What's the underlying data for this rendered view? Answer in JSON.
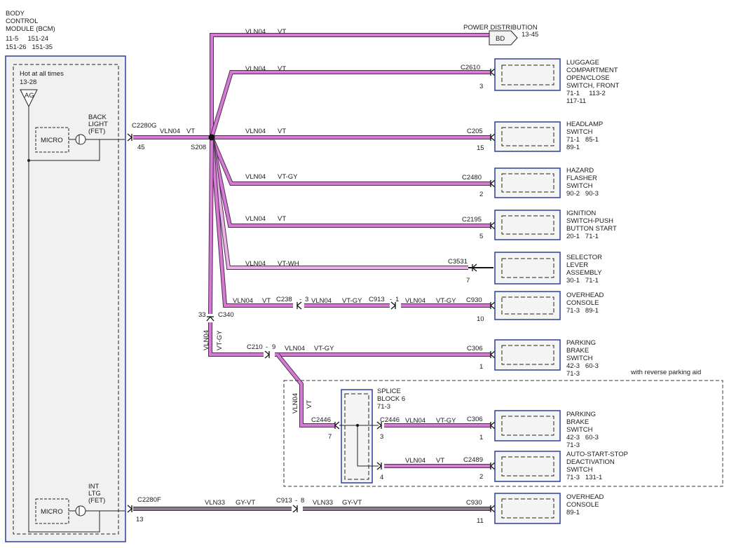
{
  "bcm": {
    "title": [
      "BODY",
      "CONTROL",
      "MODULE (BCM)"
    ],
    "refs": [
      "11-5     151-24",
      "151-26   151-35"
    ],
    "hot_label": "Hot at all times",
    "hot_ref": "13-28",
    "fuse_label": "AG",
    "micro1": "MICRO",
    "backlight": [
      "BACK",
      "LIGHT",
      "(FET)"
    ],
    "micro2": "MICRO",
    "intltg": [
      "INT",
      "LTG",
      "(FET)"
    ]
  },
  "connectors": {
    "c2280g": "C2280G",
    "c2280g_pin": "45",
    "c2280f": "C2280F",
    "c2280f_pin": "13",
    "s208": "S208",
    "c340": "C340",
    "c340_pin": "33",
    "c238": "C238",
    "c238_pin": "3",
    "c913a": "C913",
    "c913a_pin": "1",
    "c210": "C210",
    "c210_pin": "9",
    "c913b": "C913",
    "c913b_pin": "8",
    "c2446_left": "C2446",
    "c2446_left_pin": "7",
    "c2446_right": "C2446",
    "c2446_right_pin": "3",
    "splice_pin4": "4",
    "dash": "-"
  },
  "wires": {
    "top": [
      "VLN04",
      "VT"
    ],
    "luggage": [
      "VLN04",
      "VT"
    ],
    "main": [
      "VLN04",
      "VT"
    ],
    "headlamp": [
      "VLN04",
      "VT"
    ],
    "hazard": [
      "VLN04",
      "VT-GY"
    ],
    "ignition": [
      "VLN04",
      "VT"
    ],
    "selector": [
      "VLN04",
      "VT-WH"
    ],
    "overhead_a": [
      "VLN04",
      "VT"
    ],
    "overhead_b": [
      "VLN04",
      "VT-GY"
    ],
    "overhead_c": [
      "VLN04",
      "VT-GY"
    ],
    "vertical_down": [
      "VLN04",
      "VT-GY"
    ],
    "parking_top": [
      "VLN04",
      "VT-GY"
    ],
    "splice_feed": [
      "VLN04",
      "VT"
    ],
    "parking2": [
      "VLN04",
      "VT-GY"
    ],
    "autostart": [
      "VLN04",
      "VT"
    ],
    "bottom_a": [
      "VLN33",
      "GY-VT"
    ],
    "bottom_b": [
      "VLN33",
      "GY-VT"
    ]
  },
  "components": {
    "power_dist": {
      "title": "POWER DISTRIBUTION",
      "ref": "13-45",
      "tag": "BD"
    },
    "luggage": {
      "conn": "C2610",
      "pin": "3",
      "lines": [
        "LUGGAGE",
        "COMPARTMENT",
        "OPEN/CLOSE",
        "SWITCH, FRONT",
        "71-1     113-2",
        "117-11"
      ]
    },
    "headlamp": {
      "conn": "C205",
      "pin": "15",
      "lines": [
        "HEADLAMP",
        "SWITCH",
        "71-1   85-1",
        "89-1"
      ]
    },
    "hazard": {
      "conn": "C2480",
      "pin": "2",
      "lines": [
        "HAZARD",
        "FLASHER",
        "SWITCH",
        "90-2   90-3"
      ]
    },
    "ignition": {
      "conn": "C2195",
      "pin": "5",
      "lines": [
        "IGNITION",
        "SWITCH-PUSH",
        "BUTTON START",
        "20-1   71-1"
      ]
    },
    "selector": {
      "conn": "C3531",
      "pin": "7",
      "lines": [
        "SELECTOR",
        "LEVER",
        "ASSEMBLY",
        "30-1   71-1"
      ]
    },
    "overhead1": {
      "conn": "C930",
      "pin": "10",
      "lines": [
        "OVERHEAD",
        "CONSOLE",
        "71-3   89-1"
      ]
    },
    "parking1": {
      "conn": "C306",
      "pin": "1",
      "lines": [
        "PARKING",
        "BRAKE",
        "SWITCH",
        "42-3   60-3",
        "71-3"
      ]
    },
    "parking2": {
      "conn": "C306",
      "pin": "1",
      "lines": [
        "PARKING",
        "BRAKE",
        "SWITCH",
        "42-3   60-3",
        "71-3"
      ]
    },
    "autostart": {
      "conn": "C2489",
      "pin": "2",
      "lines": [
        "AUTO-START-STOP",
        "DEACTIVATION",
        "SWITCH",
        "71-3   131-1"
      ]
    },
    "overhead2": {
      "conn": "C930",
      "pin": "11",
      "lines": [
        "OVERHEAD",
        "CONSOLE",
        "89-1"
      ]
    },
    "splice": {
      "lines": [
        "SPLICE",
        "BLOCK 6",
        "71-3"
      ]
    }
  },
  "option_label": "with reverse parking aid"
}
